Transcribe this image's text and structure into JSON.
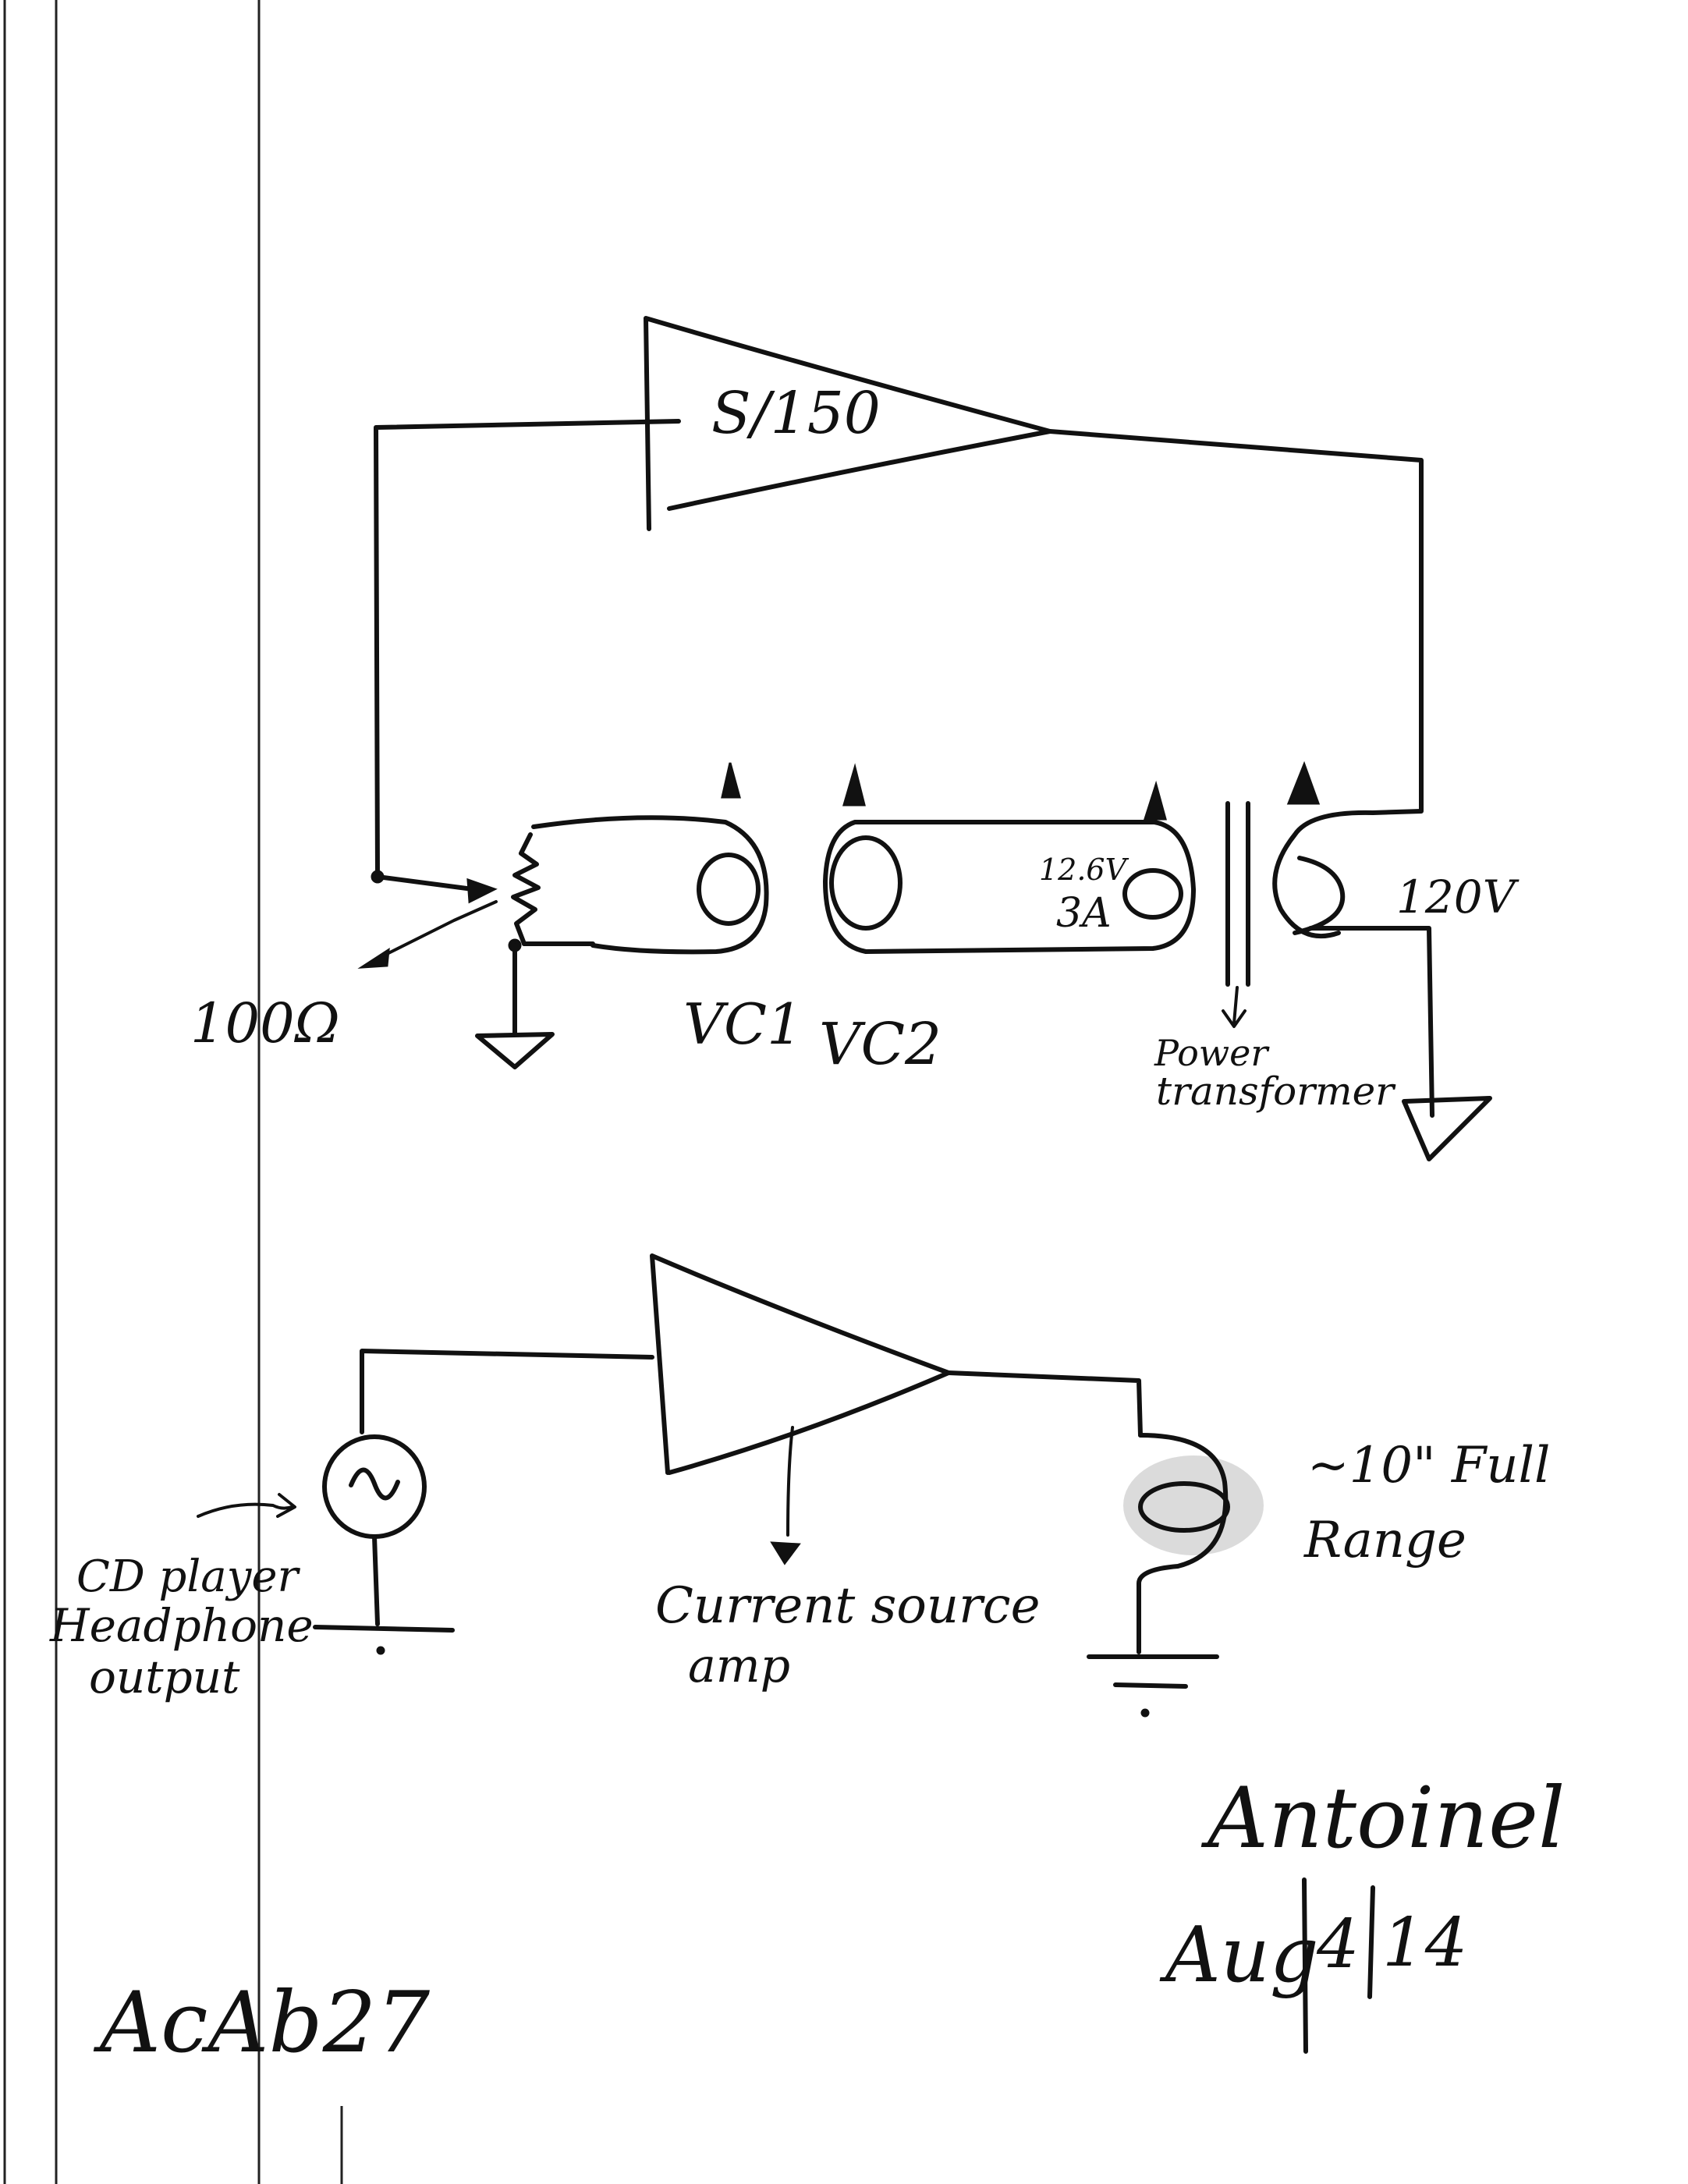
{
  "top_circuit": {
    "amp_label": "S/150",
    "resistor_label": "100Ω",
    "coil1_label": "VC1",
    "coil2_label": "VC2",
    "secondary_voltage": "12.6V",
    "secondary_current": "3A",
    "primary_voltage": "120V",
    "transformer_label_line1": "Power",
    "transformer_label_line2": "transformer"
  },
  "bottom_circuit": {
    "source_label_line1": "CD player",
    "source_label_line2": "Headphone",
    "source_label_line3": "output",
    "amp_label_line1": "Current source",
    "amp_label_line2": "amp",
    "speaker_label_line1": "~10\" Full",
    "speaker_label_line2": "Range"
  },
  "notes": {
    "signature": "Antoinel",
    "date_month": "Aug",
    "date_day": "4",
    "date_year": "14",
    "ref_code": "AcAb27"
  },
  "colors": {
    "ink": "#111111",
    "paper": "#ffffff"
  }
}
